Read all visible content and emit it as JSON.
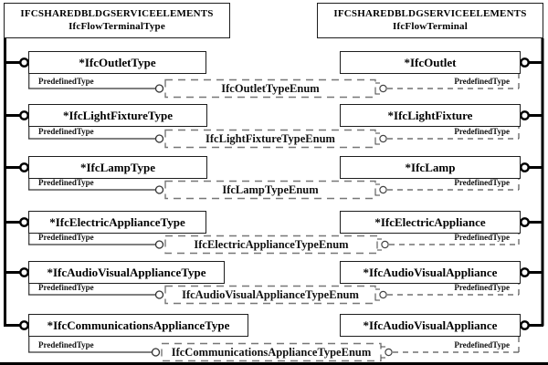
{
  "left_header": {
    "line1": "IFCSHAREDBLDGSERVICEELEMENTS",
    "line2": "IfcFlowTerminalType"
  },
  "right_header": {
    "line1": "IFCSHAREDBLDGSERVICEELEMENTS",
    "line2": "IfcFlowTerminal"
  },
  "rows": [
    {
      "left_entity": "*IfcOutletType",
      "left_attribute": "PredefinedType",
      "enum": "IfcOutletTypeEnum",
      "right_attribute": "PredefinedType",
      "right_entity": "*IfcOutlet"
    },
    {
      "left_entity": "*IfcLightFixtureType",
      "left_attribute": "PredefinedType",
      "enum": "IfcLightFixtureTypeEnum",
      "right_attribute": "PredefinedType",
      "right_entity": "*IfcLightFixture"
    },
    {
      "left_entity": "*IfcLampType",
      "left_attribute": "PredefinedType",
      "enum": "IfcLampTypeEnum",
      "right_attribute": "PredefinedType",
      "right_entity": "*IfcLamp"
    },
    {
      "left_entity": "*IfcElectricApplianceType",
      "left_attribute": "PredefinedType",
      "enum": "IfcElectricApplianceTypeEnum",
      "right_attribute": "PredefinedType",
      "right_entity": "*IfcElectricAppliance"
    },
    {
      "left_entity": "*IfcAudioVisualApplianceType",
      "left_attribute": "PredefinedType",
      "enum": "IfcAudioVisualApplianceTypeEnum",
      "right_attribute": "PredefinedType",
      "right_entity": "*IfcAudioVisualAppliance"
    },
    {
      "left_entity": "*IfcCommunicationsApplianceType",
      "left_attribute": "PredefinedType",
      "enum": "IfcCommunicationsApplianceTypeEnum",
      "right_attribute": "PredefinedType",
      "right_entity": "*IfcAudioVisualAppliance"
    }
  ],
  "colors": {
    "line": "#000000",
    "dashed_line": "#555555",
    "enum_border": "#777777",
    "background": "#ffffff"
  }
}
